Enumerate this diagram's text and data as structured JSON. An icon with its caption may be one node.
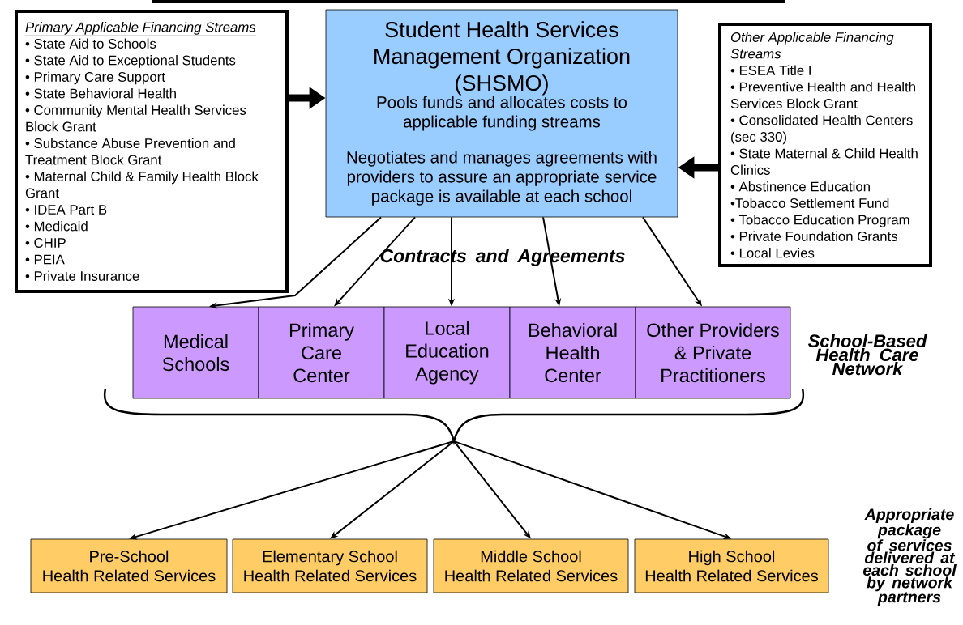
{
  "diagram": {
    "nodes": [
      {
        "text": [
          "Primary Applicable Financing Streams",
          "• State Aid to Schools",
          "• State Aid to Exceptional Students",
          "• Primary Care Support",
          "• State Behavioral Health",
          "• Community Mental Health Services Block Grant",
          "• Substance Abuse Prevention and Treatment Block Grant",
          "• Maternal Child & Family Health Block Grant",
          "• IDEA Part B",
          "• Medicaid",
          "• CHIP",
          "• PEIA",
          "• Private Insurance"
        ]
      },
      {
        "text": [
          "Student Health Services Management Organization (SHSMO)",
          "Pools funds and allocates costs to applicable funding streams",
          "Negotiates and manages agreements with providers to assure an appropriate service package is available at each school"
        ]
      },
      {
        "text": [
          "Other Applicable Financing Streams",
          "• ESEA Title I",
          "• Preventive Health and Health Services Block Grant",
          "• Consolidated Health Centers (sec 330)",
          "• State Maternal & Child Health Clinics",
          "• Abstinence Education",
          "•Tobacco Settlement Fund",
          "• Tobacco Education Program",
          "• Private Foundation Grants",
          "• Local Levies"
        ]
      },
      {
        "text": [
          "Medical Schools"
        ]
      },
      {
        "text": [
          "Primary Care Center"
        ]
      },
      {
        "text": [
          "Local Education Agency"
        ]
      },
      {
        "text": [
          "Behavioral Health Center"
        ]
      },
      {
        "text": [
          "Other Providers & Private Practitioners"
        ]
      },
      {
        "text": [],
        "shape": "brace"
      },
      {
        "text": [
          "Pre-School",
          "Health Related Services"
        ]
      },
      {
        "text": [
          "Elementary School",
          "Health Related Services"
        ]
      },
      {
        "text": [
          "Middle School",
          "Health Related Services"
        ]
      },
      {
        "text": [
          "High School",
          "Health Related Services"
        ]
      }
    ],
    "edges": [
      {
        "from": 0,
        "to": 1,
        "arrow": "to",
        "style": "thick"
      },
      {
        "from": 2,
        "to": 1,
        "arrow": "to",
        "style": "thick"
      },
      {
        "from": 1,
        "to": 3,
        "arrow": "to"
      },
      {
        "from": 1,
        "to": 4,
        "arrow": "to"
      },
      {
        "from": 1,
        "to": 5,
        "arrow": "to"
      },
      {
        "from": 1,
        "to": 6,
        "arrow": "to"
      },
      {
        "from": 1,
        "to": 7,
        "arrow": "to"
      },
      {
        "from": 8,
        "to": 9,
        "arrow": "to"
      },
      {
        "from": 8,
        "to": 10,
        "arrow": "to"
      },
      {
        "from": 8,
        "to": 11,
        "arrow": "to"
      },
      {
        "from": 8,
        "to": 12,
        "arrow": "to"
      }
    ],
    "labels": [
      "Contracts and Agreements",
      "School-Based Health Care Network",
      "Appropriate package of services delivered at each school by network partners"
    ]
  }
}
